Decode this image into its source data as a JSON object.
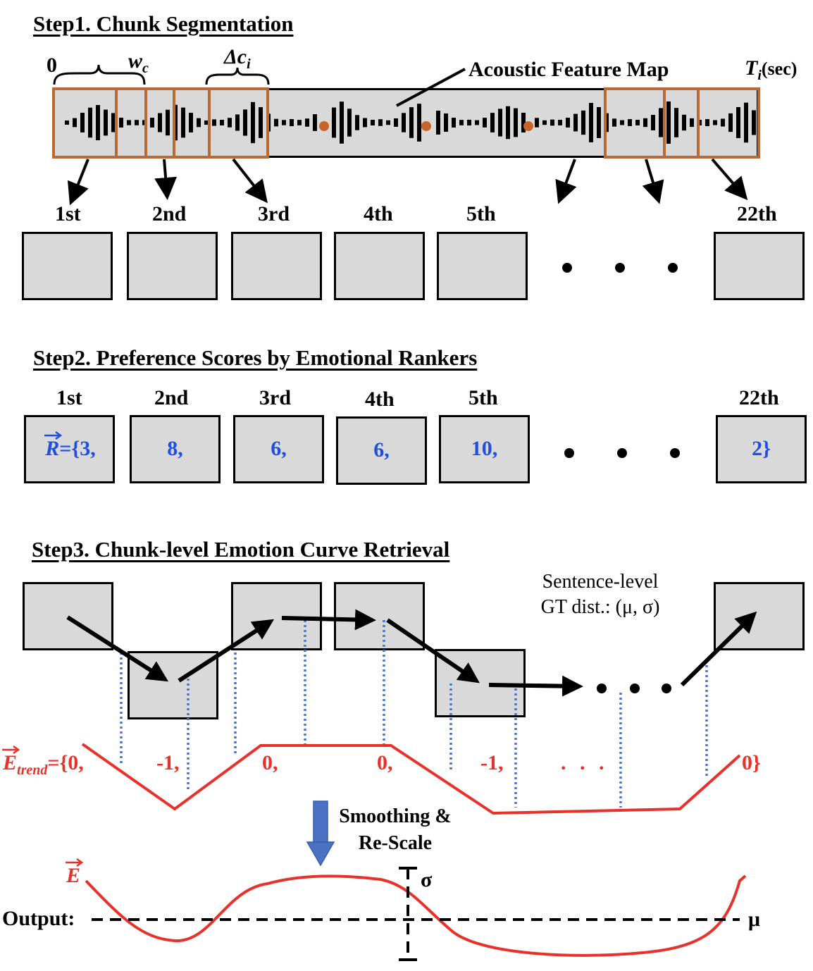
{
  "step1": {
    "heading": "Step1. Chunk Segmentation",
    "start_label": "0",
    "window_label": "w",
    "window_sub": "c",
    "shift_label": "Δc",
    "shift_sub": "i",
    "feature_map_label": "Acoustic Feature Map",
    "end_label": "T",
    "end_sub": "i",
    "end_unit": "(sec)",
    "chunk_labels": [
      "1st",
      "2nd",
      "3rd",
      "4th",
      "5th",
      "22th"
    ]
  },
  "step2": {
    "heading": "Step2. Preference Scores by Emotional Rankers",
    "chunk_labels": [
      "1st",
      "2nd",
      "3rd",
      "4th",
      "5th",
      "22th"
    ],
    "vector_symbol": "R",
    "scores": [
      "={3,",
      "8,",
      "6,",
      "6,",
      "10,",
      "2}"
    ]
  },
  "step3": {
    "heading": "Step3. Chunk-level Emotion Curve Retrieval",
    "gt_line1": "Sentence-level",
    "gt_line2": "GT dist.: (μ, σ)",
    "trend_symbol": "E",
    "trend_sub": "trend",
    "trend_values": [
      "={0,",
      "-1,",
      "0,",
      "0,",
      "-1,",
      ". . .",
      "0}"
    ],
    "smoothing_line1": "Smoothing &",
    "smoothing_line2": "Re-Scale",
    "output_symbol": "E",
    "output_label": "Output:",
    "sigma_label": "σ",
    "mu_label": "μ"
  },
  "colors": {
    "box_fill": "#d9d9d9",
    "chunk_outline": "#b86a35",
    "curve_red": "#e8312a",
    "score_blue": "#1f4fe0",
    "guide_blue": "#4a74c9",
    "arrow_blue": "#4a72c4"
  }
}
